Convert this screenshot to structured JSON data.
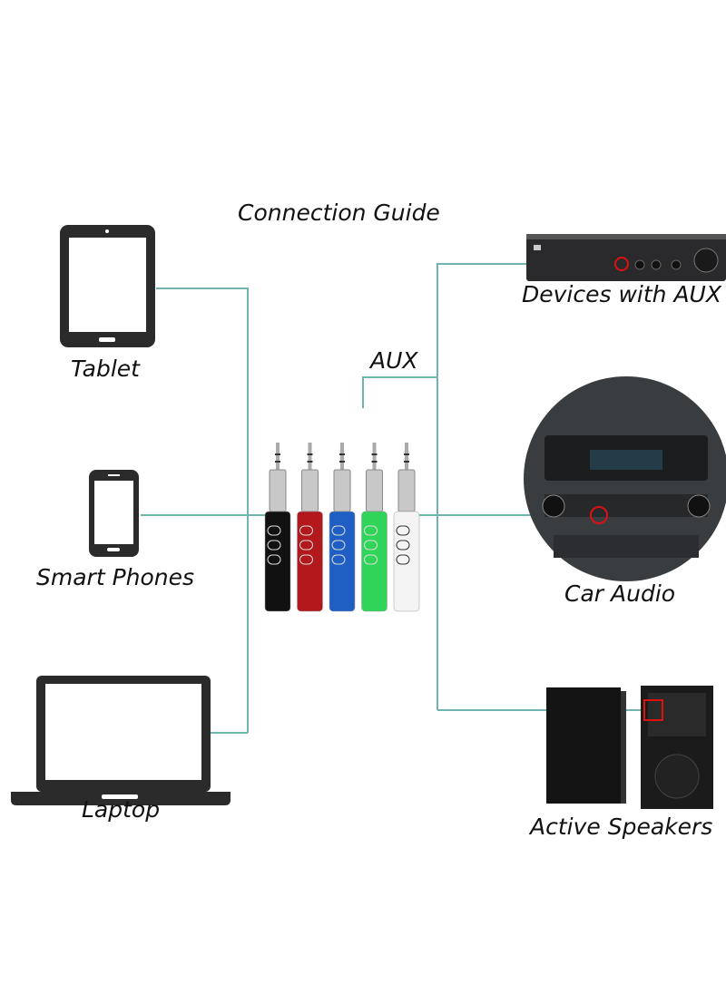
{
  "title": "Connection Guide",
  "center_label": "AUX",
  "left_devices": [
    {
      "label": "Tablet",
      "icon": "tablet-icon"
    },
    {
      "label": "Smart Phones",
      "icon": "smartphone-icon"
    },
    {
      "label": "Laptop",
      "icon": "laptop-icon"
    }
  ],
  "right_devices": [
    {
      "label": "Devices with AUX",
      "icon": "amplifier-image"
    },
    {
      "label": "Car Audio",
      "icon": "car-dashboard-image"
    },
    {
      "label": "Active Speakers",
      "icon": "speakers-image"
    }
  ],
  "adapters": [
    {
      "color": "#111111"
    },
    {
      "color": "#b3191c"
    },
    {
      "color": "#1f5fc4"
    },
    {
      "color": "#2fd458"
    },
    {
      "color": "#f4f4f4"
    }
  ],
  "line_color": "#6fb4b0"
}
